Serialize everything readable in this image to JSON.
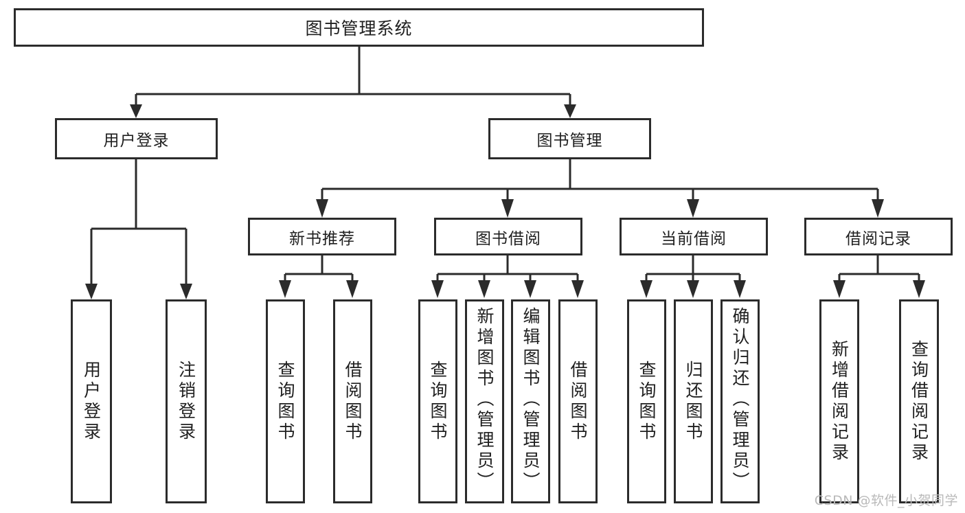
{
  "diagram": {
    "title": "图书管理系统",
    "type": "tree",
    "watermark": "CSDN @软件_小贺同学",
    "colors": {
      "stroke": "#2b2b2b",
      "fill": "#ffffff",
      "text": "#1f1f1f",
      "watermark": "#b9b9b9"
    },
    "root": {
      "label": "图书管理系统"
    },
    "level2": [
      {
        "id": "user-login",
        "label": "用户登录"
      },
      {
        "id": "book-manage",
        "label": "图书管理"
      }
    ],
    "level3": [
      {
        "id": "new-book-rec",
        "label": "新书推荐",
        "parent": "book-manage"
      },
      {
        "id": "book-borrow",
        "label": "图书借阅",
        "parent": "book-manage"
      },
      {
        "id": "current-borrow",
        "label": "当前借阅",
        "parent": "book-manage"
      },
      {
        "id": "borrow-record",
        "label": "借阅记录",
        "parent": "book-manage"
      }
    ],
    "leaves": [
      {
        "id": "leaf-user-login",
        "label": "用户登录",
        "parent": "user-login"
      },
      {
        "id": "leaf-user-logout",
        "label": "注销登录",
        "parent": "user-login"
      },
      {
        "id": "leaf-query-book-1",
        "label": "查询图书",
        "parent": "new-book-rec"
      },
      {
        "id": "leaf-borrow-book-1",
        "label": "借阅图书",
        "parent": "new-book-rec"
      },
      {
        "id": "leaf-query-book-2",
        "label": "查询图书",
        "parent": "book-borrow"
      },
      {
        "id": "leaf-add-book",
        "label": "新增图书（管理员）",
        "parent": "book-borrow"
      },
      {
        "id": "leaf-edit-book",
        "label": "编辑图书（管理员）",
        "parent": "book-borrow"
      },
      {
        "id": "leaf-borrow-book-2",
        "label": "借阅图书",
        "parent": "book-borrow"
      },
      {
        "id": "leaf-query-book-3",
        "label": "查询图书",
        "parent": "current-borrow"
      },
      {
        "id": "leaf-return-book",
        "label": "归还图书",
        "parent": "current-borrow"
      },
      {
        "id": "leaf-confirm-return",
        "label": "确认归还（管理员）",
        "parent": "current-borrow"
      },
      {
        "id": "leaf-add-record",
        "label": "新增借阅记录",
        "parent": "borrow-record"
      },
      {
        "id": "leaf-query-record",
        "label": "查询借阅记录",
        "parent": "borrow-record"
      }
    ]
  }
}
